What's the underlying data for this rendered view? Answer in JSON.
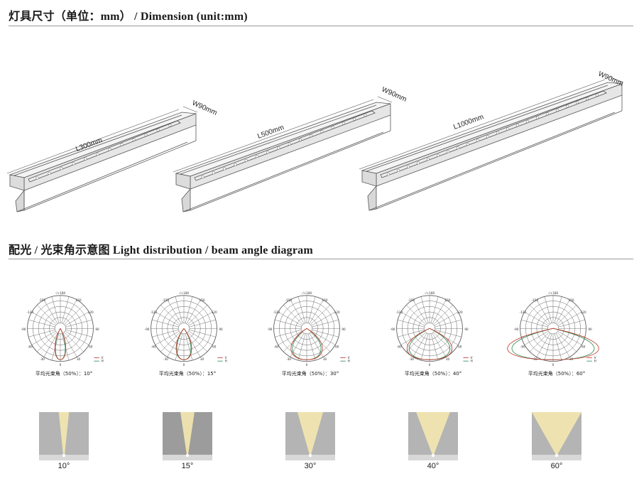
{
  "dimension": {
    "title": "灯具尺寸（单位：mm） / Dimension (unit:mm)",
    "fixtures": [
      {
        "length": "L300mm",
        "width": "W90mm"
      },
      {
        "length": "L500mm",
        "width": "W90mm"
      },
      {
        "length": "L1000mm",
        "width": "W90mm"
      }
    ]
  },
  "light": {
    "title": "配光 / 光束角示意图   Light distribution / beam angle diagram",
    "polar_ticks": [
      "-/+180",
      "-150",
      "150",
      "-120",
      "120",
      "-90",
      "90",
      "-60",
      "60",
      "-30",
      "30",
      "0"
    ],
    "legend": [
      "V",
      "H"
    ],
    "colors": {
      "v": "#c0392b",
      "h": "#2e8b57",
      "beam": "#f3e7b0"
    },
    "diagrams": [
      {
        "caption": "平均光束角（50%）：10°",
        "label": "10°",
        "angle": 10
      },
      {
        "caption": "平均光束角（50%）：15°",
        "label": "15°",
        "angle": 15
      },
      {
        "caption": "平均光束角（50%）：30°",
        "label": "30°",
        "angle": 30
      },
      {
        "caption": "平均光束角（50%）：40°",
        "label": "40°",
        "angle": 40
      },
      {
        "caption": "平均光束角（50%）：60°",
        "label": "60°",
        "angle": 60
      }
    ]
  }
}
